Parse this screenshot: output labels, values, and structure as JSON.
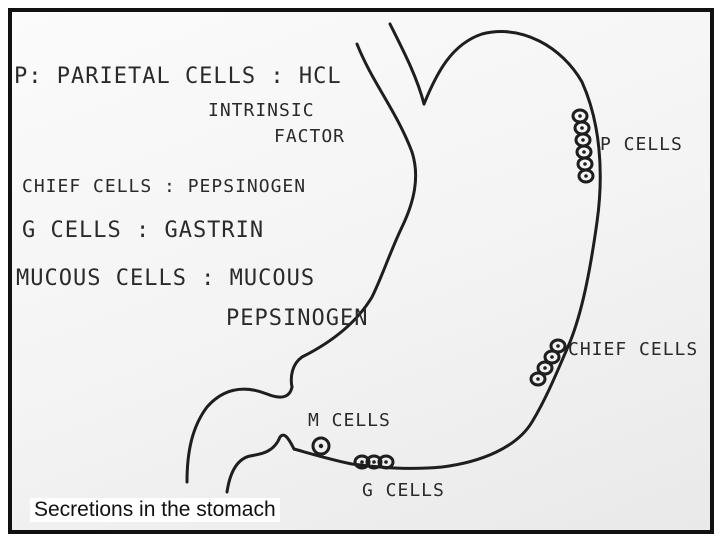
{
  "legend": {
    "parietal": "P: PARIETAL CELLS : HCL",
    "intrinsic": "INTRINSIC",
    "factor": "FACTOR",
    "chief": "CHIEF CELLS : PEPSINOGEN",
    "g": "G CELLS : GASTRIN",
    "mucous": "MUCOUS CELLS : MUCOUS",
    "mucous2": "PEPSINOGEN"
  },
  "labels": {
    "p_cells": "P CELLS",
    "chief_cells": "CHIEF CELLS",
    "m_cells": "M CELLS",
    "g_cells": "G CELLS"
  },
  "caption": "Secretions in the stomach"
}
